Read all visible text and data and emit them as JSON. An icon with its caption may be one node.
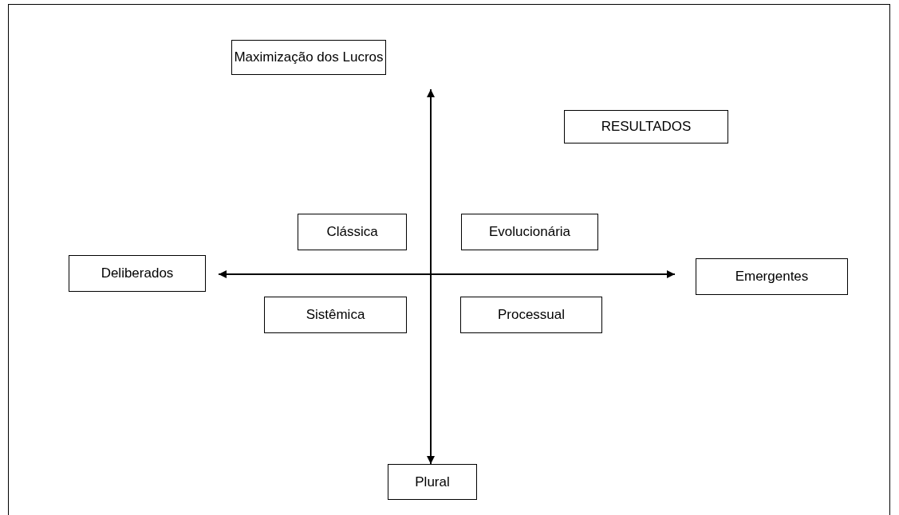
{
  "diagram": {
    "nodes": [
      {
        "text": [
          "Maximização dos Lucros"
        ]
      },
      {
        "text": [
          "RESULTADOS"
        ]
      },
      {
        "text": [
          "Clássica"
        ]
      },
      {
        "text": [
          "Evolucionária"
        ]
      },
      {
        "text": [
          "Deliberados"
        ]
      },
      {
        "text": [
          "Emergentes"
        ]
      },
      {
        "text": [
          "Sistêmica"
        ]
      },
      {
        "text": [
          "Processual"
        ]
      },
      {
        "text": [
          "Plural"
        ]
      }
    ]
  }
}
